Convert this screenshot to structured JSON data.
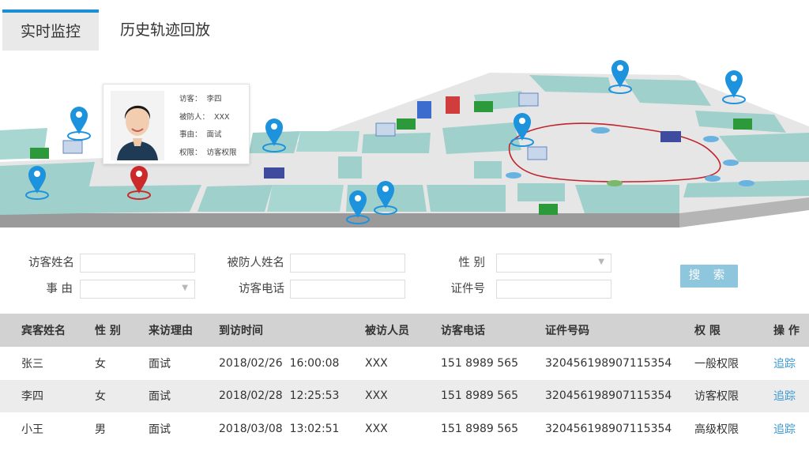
{
  "tabs": [
    {
      "label": "实时监控",
      "active": true
    },
    {
      "label": "历史轨迹回放",
      "active": false
    }
  ],
  "popup": {
    "fields": [
      {
        "label": "访客：",
        "value": "李四"
      },
      {
        "label": "被防人：",
        "value": "XXX"
      },
      {
        "label": "事由：",
        "value": "面试"
      },
      {
        "label": "权限：",
        "value": "访客权限"
      }
    ]
  },
  "form": {
    "visitor_name_label": "访客姓名",
    "visitor_name_value": "",
    "host_name_label": "被防人姓名",
    "host_name_value": "",
    "gender_label": "性 别",
    "gender_value": "",
    "reason_label": "事 由",
    "reason_value": "",
    "phone_label": "访客电话",
    "phone_value": "",
    "id_label": "证件号",
    "id_value": "",
    "search_label": "搜 索"
  },
  "table": {
    "headers": [
      "宾客姓名",
      "性 别",
      "来访理由",
      "到访时间",
      "被访人员",
      "访客电话",
      "证件号码",
      "权 限",
      "操 作"
    ],
    "rows": [
      [
        "张三",
        "女",
        "面试",
        "2018/02/26  16:00:08",
        "XXX",
        "151 8989 565",
        "320456198907115354",
        "一般权限",
        "追踪"
      ],
      [
        "李四",
        "女",
        "面试",
        "2018/02/28  12:25:53",
        "XXX",
        "151 8989 565",
        "320456198907115354",
        "访客权限",
        "追踪"
      ],
      [
        "小王",
        "男",
        "面试",
        "2018/03/08  13:02:51",
        "XXX",
        "151 8989 565",
        "320456198907115354",
        "高级权限",
        "追踪"
      ]
    ]
  },
  "colors": {
    "accent": "#1a8fd6",
    "pin_blue": "#1d93dd",
    "pin_red": "#cc2a2a",
    "floor": "#9fd0cb",
    "wall": "#d9d9d9",
    "path": "#c0242c",
    "search_button": "#8ec6dd",
    "link": "#3a9ad6"
  }
}
